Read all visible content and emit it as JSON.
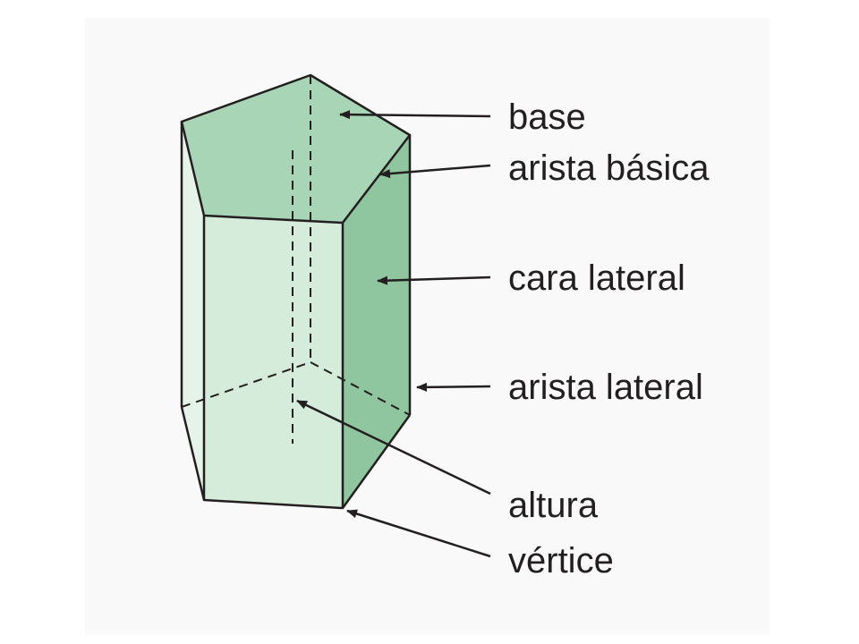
{
  "diagram": {
    "subject": "pentagonal prism",
    "fill_colors": {
      "top_base": "#a8d5b5",
      "front_face": "#d4ecd9",
      "left_face": "#e6f3e9",
      "right_face": "#8fc59f"
    },
    "line_color": "#231f20",
    "labels": {
      "base": "base",
      "arista_basica": "arista básica",
      "cara_lateral": "cara lateral",
      "arista_lateral": "arista lateral",
      "altura": "altura",
      "vertice": "vértice"
    }
  }
}
